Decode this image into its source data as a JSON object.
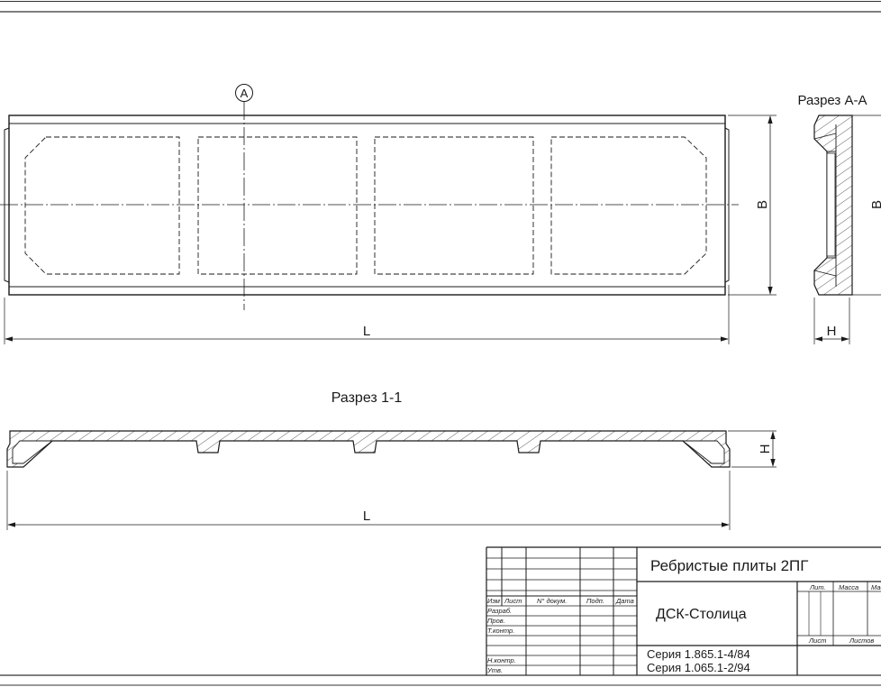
{
  "plan_view": {
    "section_marker": "А",
    "dim_length": "L",
    "dim_width": "B"
  },
  "section_aa": {
    "title": "Разрез А-А",
    "dim_height": "H",
    "dim_width": "B"
  },
  "section_11": {
    "title": "Разрез 1-1",
    "dim_height": "H",
    "dim_length": "L"
  },
  "title_block": {
    "title": "Ребристые плиты 2ПГ",
    "organization": "ДСК-Столица",
    "series_1": "Серия 1.865.1-4/84",
    "series_2": "Серия 1.065.1-2/94",
    "headers": {
      "izm": "Изм",
      "list": "Лист",
      "n_dokum": "N° докум.",
      "podp": "Подп.",
      "data": "Дата"
    },
    "roles": {
      "razrab": "Разраб.",
      "prov": "Пров.",
      "tkontr": "Т.контр.",
      "nkontr": "Н.контр.",
      "utv": "Утв."
    },
    "right_headers": {
      "lit": "Лит.",
      "massa": "Масса",
      "masshtab": "Масштаб",
      "list": "Лист",
      "listov": "Листов"
    }
  }
}
